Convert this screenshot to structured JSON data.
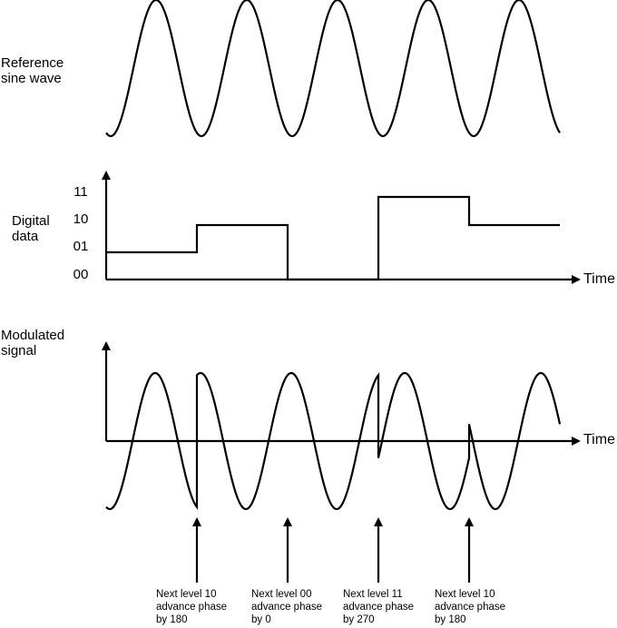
{
  "labels": {
    "reference": [
      "Reference",
      "sine wave"
    ],
    "digital": [
      "Digital",
      "data"
    ],
    "modulated": [
      "Modulated",
      "signal"
    ]
  },
  "digital_axis_ticks": [
    "11",
    "10",
    "01",
    "00"
  ],
  "axis_word": "Time",
  "annotations": [
    {
      "line1": "Next level 10",
      "line2": "advance phase",
      "line3": "by 180"
    },
    {
      "line1": "Next level 00",
      "line2": "advance phase",
      "line3": "by 0"
    },
    {
      "line1": "Next level 11",
      "line2": "advance phase",
      "line3": "by 270"
    },
    {
      "line1": "Next level 10",
      "line2": "advance phase",
      "line3": "by 180"
    }
  ],
  "diagram": {
    "symbols": [
      "01",
      "10",
      "00",
      "11",
      "10"
    ],
    "symbol_levels": [
      1,
      2,
      0,
      3,
      2
    ],
    "phase_advances_deg": [
      180,
      0,
      270,
      180
    ],
    "cycles_per_symbol": 1,
    "stroke_color": "#000000"
  }
}
